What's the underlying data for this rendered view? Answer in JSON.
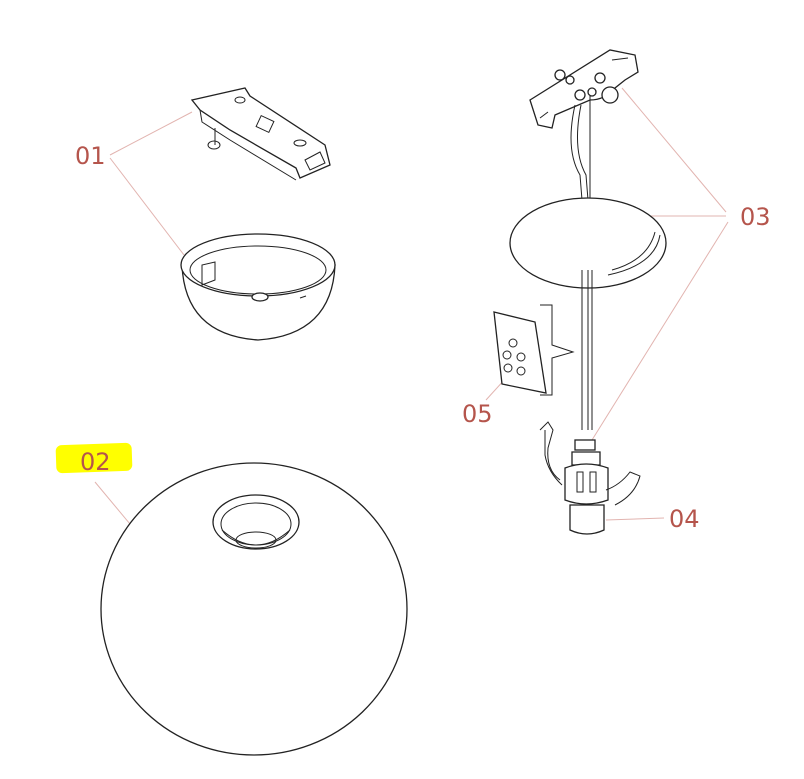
{
  "diagram": {
    "labels": {
      "part_01": "01",
      "part_02": "02",
      "part_03": "03",
      "part_04": "04",
      "part_05": "05"
    },
    "highlighted_label": "02",
    "colors": {
      "label": "#b5554c",
      "highlight": "#ffff00",
      "leader": "#e2b4b0",
      "line": "#222222"
    }
  }
}
